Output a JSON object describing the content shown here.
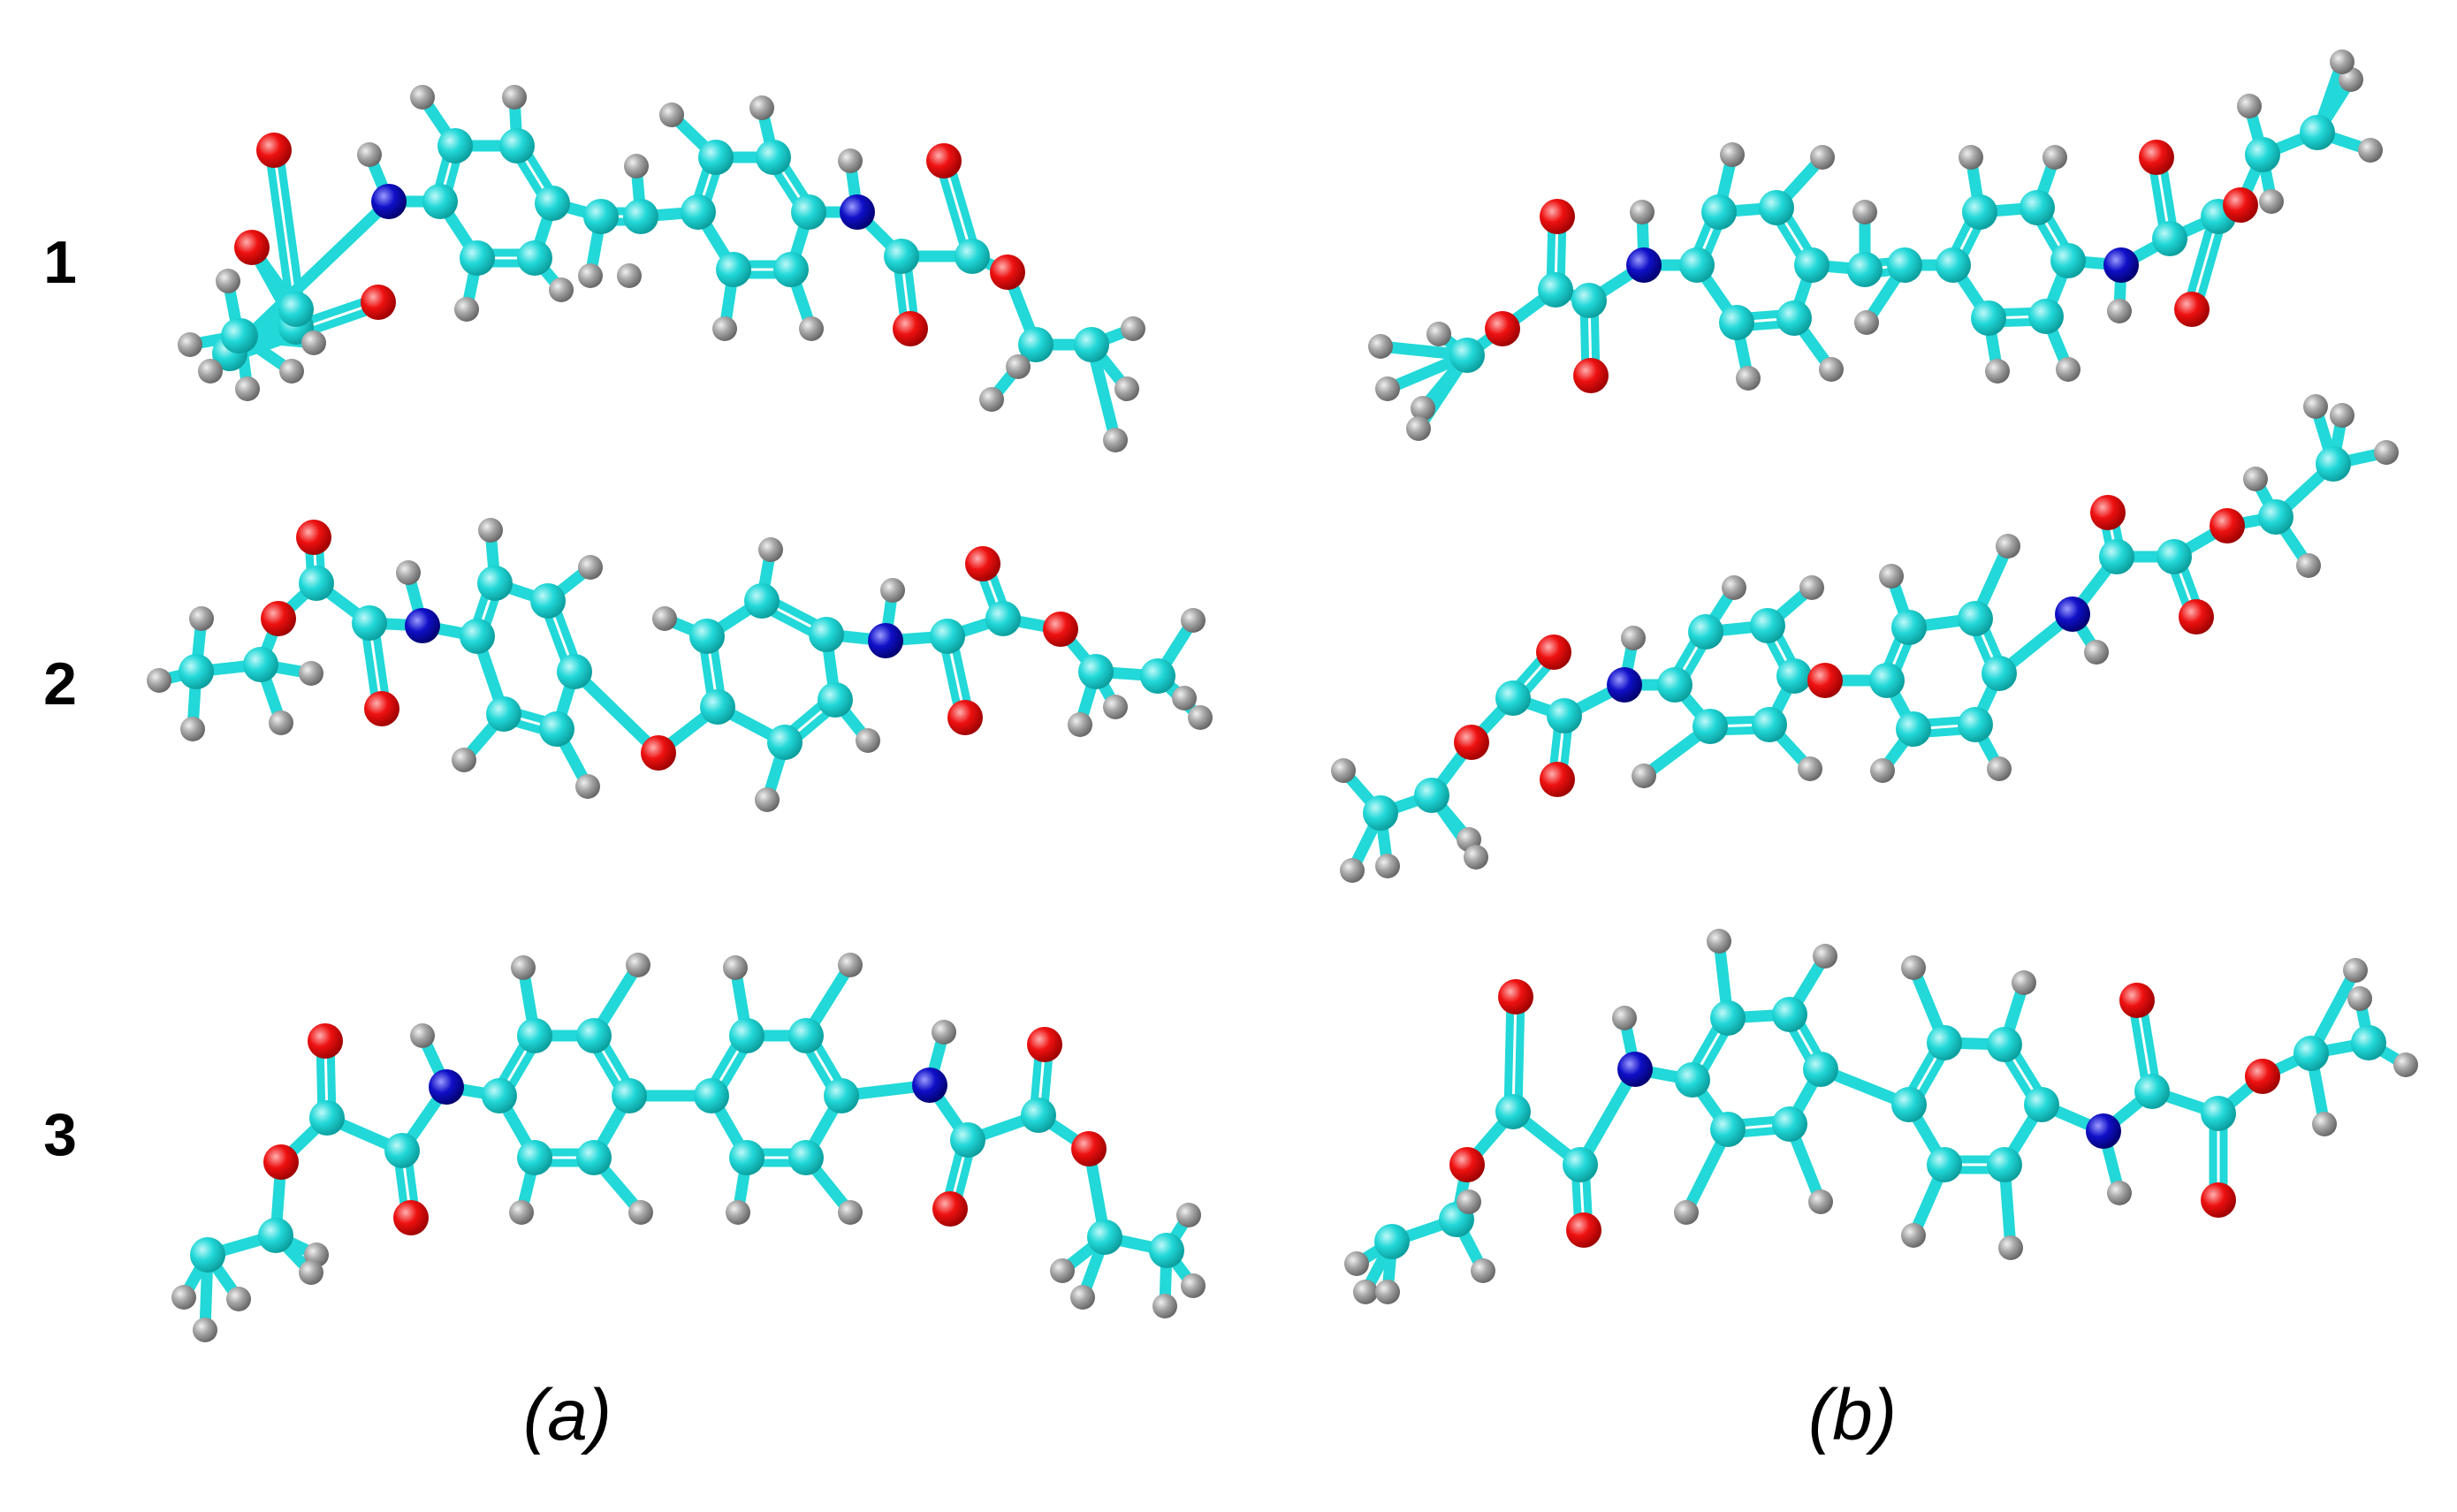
{
  "row_labels": [
    "1",
    "2",
    "3"
  ],
  "panel_labels": [
    "(a)",
    "(b)"
  ],
  "colors": {
    "carbon": "#22d8d8",
    "oxygen": "#ee1111",
    "nitrogen": "#1010c8",
    "hydrogen": "#9a9a9a",
    "bond_c": "#22d8d8"
  }
}
